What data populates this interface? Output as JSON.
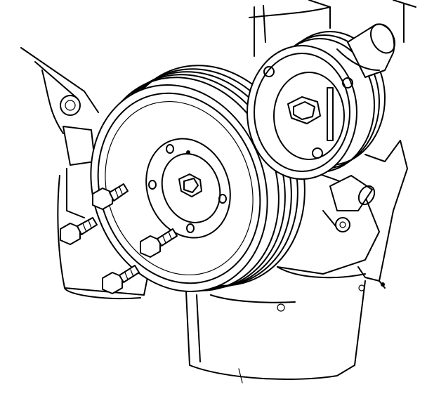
{
  "illustration": {
    "subject": "crankshaft-pulley-removal",
    "components": [
      "engine-block-outline",
      "oil-pan",
      "crankshaft-pulley",
      "idler-pulley",
      "pulley-bolts",
      "coolant-pipe-outlet"
    ],
    "bolt_count": 4,
    "pulley_groove_count": 6
  }
}
